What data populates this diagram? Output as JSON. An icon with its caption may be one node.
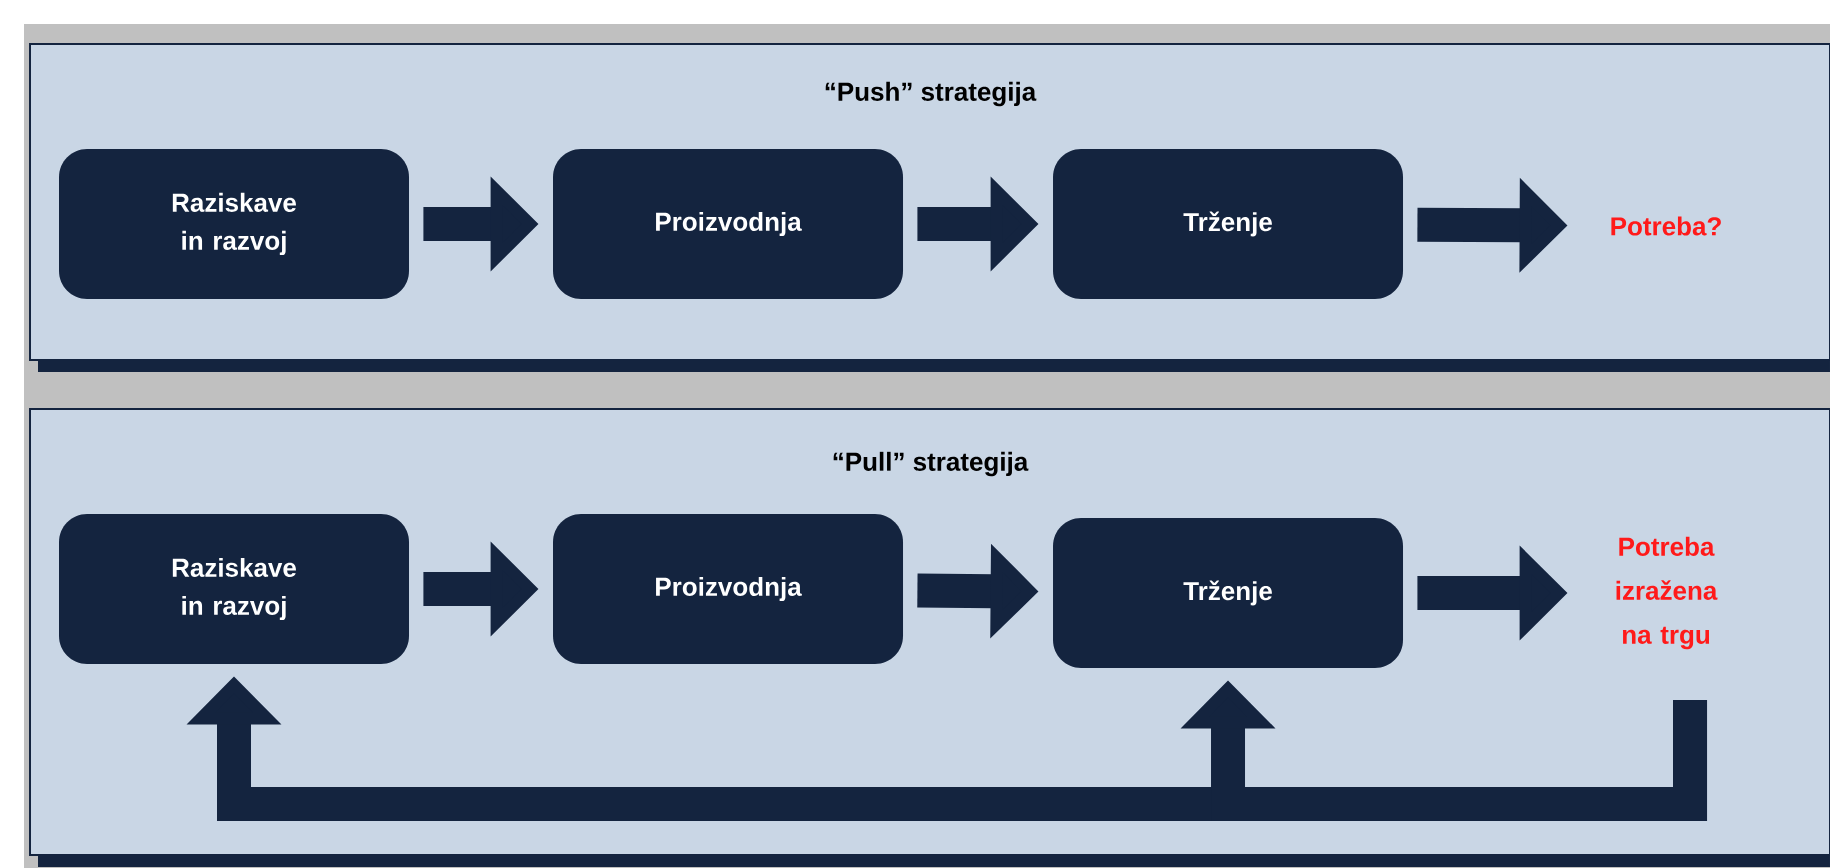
{
  "diagram": {
    "nodes": [
      {
        "text": [
          "“Push” strategija"
        ]
      },
      {
        "text": [
          "Raziskave in razvoj"
        ],
        "in": 0
      },
      {
        "text": [
          "Proizvodnja"
        ],
        "in": 0
      },
      {
        "text": [
          "Trženje"
        ],
        "in": 0
      },
      {
        "text": [
          "Potreba?"
        ],
        "in": 0
      },
      {
        "text": [
          "“Pull” strategija"
        ]
      },
      {
        "text": [
          "Raziskave in razvoj"
        ],
        "in": 5
      },
      {
        "text": [
          "Proizvodnja"
        ],
        "in": 5
      },
      {
        "text": [
          "Trženje"
        ],
        "in": 5
      },
      {
        "text": [
          "Potreba izražena na trgu"
        ],
        "in": 5
      }
    ],
    "edges": [
      {
        "from": 1,
        "to": 2,
        "arrow": "to"
      },
      {
        "from": 2,
        "to": 3,
        "arrow": "to"
      },
      {
        "from": 3,
        "to": 4,
        "arrow": "to"
      },
      {
        "from": 6,
        "to": 7,
        "arrow": "to"
      },
      {
        "from": 7,
        "to": 8,
        "arrow": "to"
      },
      {
        "from": 8,
        "to": 9,
        "arrow": "to"
      },
      {
        "from": 9,
        "to": 6,
        "arrow": "to"
      },
      {
        "from": 9,
        "to": 8,
        "arrow": "to"
      }
    ]
  }
}
